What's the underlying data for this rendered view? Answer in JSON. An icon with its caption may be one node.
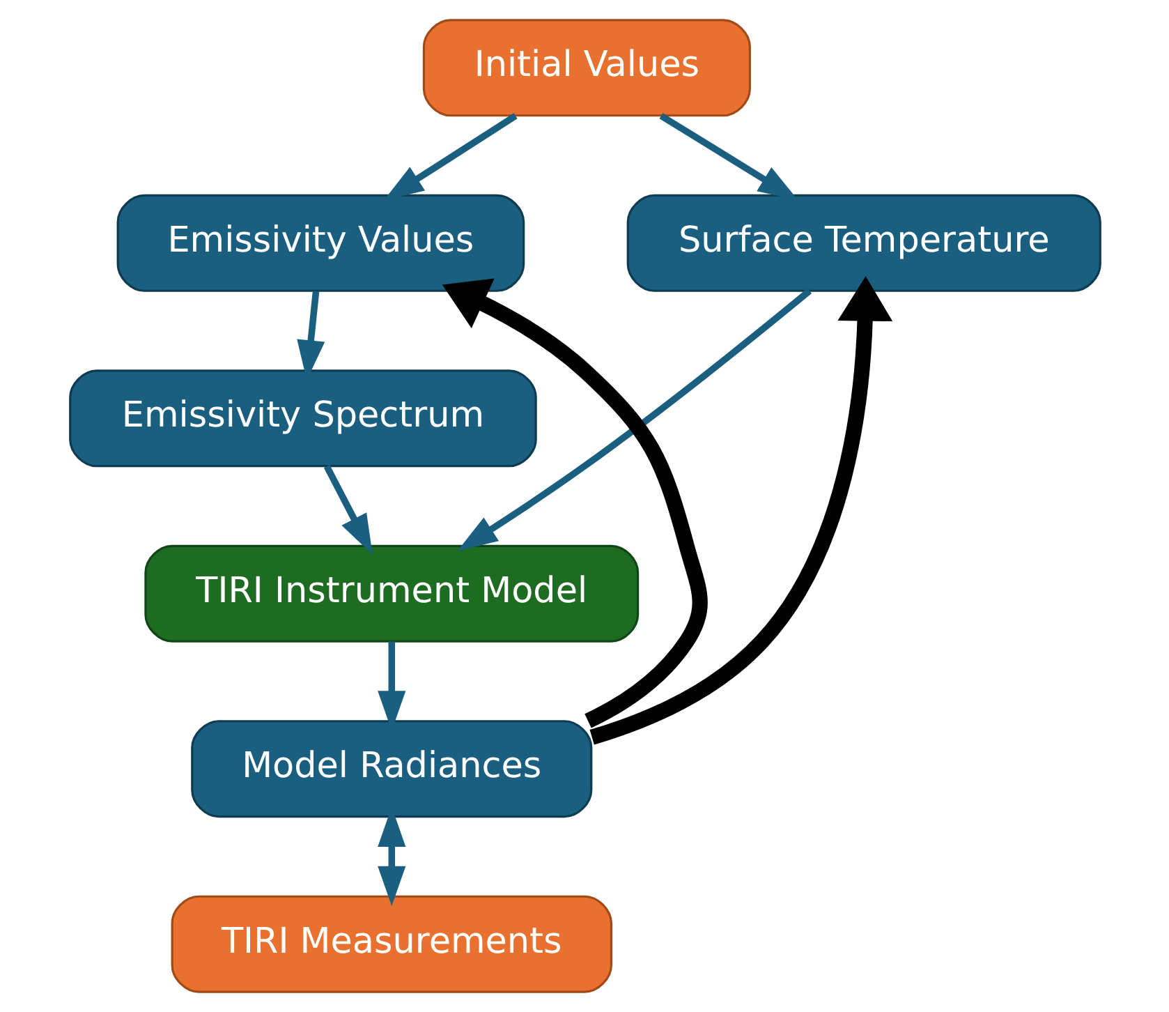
{
  "diagram": {
    "nodes": [
      {
        "text": [
          "Initial Values"
        ]
      },
      {
        "text": [
          "Emissivity Values"
        ]
      },
      {
        "text": [
          "Surface Temperature"
        ]
      },
      {
        "text": [
          "Emissivity Spectrum"
        ]
      },
      {
        "text": [
          "TIRI Instrument Model"
        ]
      },
      {
        "text": [
          "Model Radiances"
        ]
      },
      {
        "text": [
          "TIRI Measurements"
        ]
      }
    ],
    "edges": [
      {
        "from": 0,
        "to": 1,
        "arrow": "to"
      },
      {
        "from": 0,
        "to": 2,
        "arrow": "to"
      },
      {
        "from": 1,
        "to": 3,
        "arrow": "to"
      },
      {
        "from": 3,
        "to": 4,
        "arrow": "to"
      },
      {
        "from": 2,
        "to": 4,
        "arrow": "to"
      },
      {
        "from": 4,
        "to": 5,
        "arrow": "to"
      },
      {
        "from": 5,
        "to": 6,
        "arrow": "both"
      },
      {
        "from": 5,
        "to": 1,
        "arrow": "to",
        "style": "thick",
        "color": "#000000"
      },
      {
        "from": 5,
        "to": 2,
        "arrow": "to",
        "style": "thick",
        "color": "#000000"
      }
    ]
  }
}
